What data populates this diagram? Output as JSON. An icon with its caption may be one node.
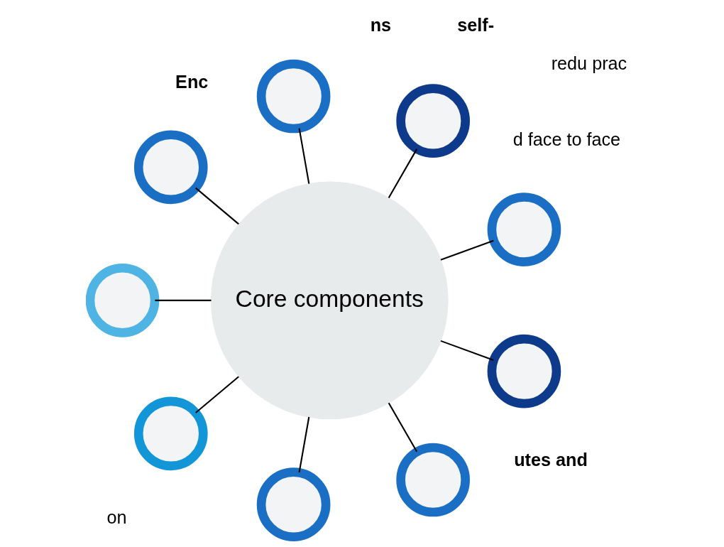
{
  "diagram": {
    "nodes": [
      {
        "text": [
          "Core components"
        ]
      },
      {
        "text": [],
        "shape": "circle"
      },
      {
        "text": [],
        "shape": "circle"
      },
      {
        "text": [],
        "shape": "circle"
      },
      {
        "text": [],
        "shape": "circle"
      },
      {
        "text": [],
        "shape": "circle"
      },
      {
        "text": [],
        "shape": "circle"
      },
      {
        "text": [],
        "shape": "circle"
      },
      {
        "text": [],
        "shape": "circle"
      },
      {
        "text": [],
        "shape": "circle"
      }
    ],
    "edges": [
      {
        "from": 0,
        "to": 1,
        "arrow": "none"
      },
      {
        "from": 0,
        "to": 2,
        "arrow": "none"
      },
      {
        "from": 0,
        "to": 3,
        "arrow": "none"
      },
      {
        "from": 0,
        "to": 4,
        "arrow": "none"
      },
      {
        "from": 0,
        "to": 5,
        "arrow": "none"
      },
      {
        "from": 0,
        "to": 6,
        "arrow": "none"
      },
      {
        "from": 0,
        "to": 7,
        "arrow": "none"
      },
      {
        "from": 0,
        "to": 8,
        "arrow": "none"
      },
      {
        "from": 0,
        "to": 9,
        "arrow": "none"
      }
    ],
    "labels": [
      "utes and",
      "d face to face",
      "Enc",
      "self-",
      "redu prac",
      "ns",
      "on"
    ]
  }
}
